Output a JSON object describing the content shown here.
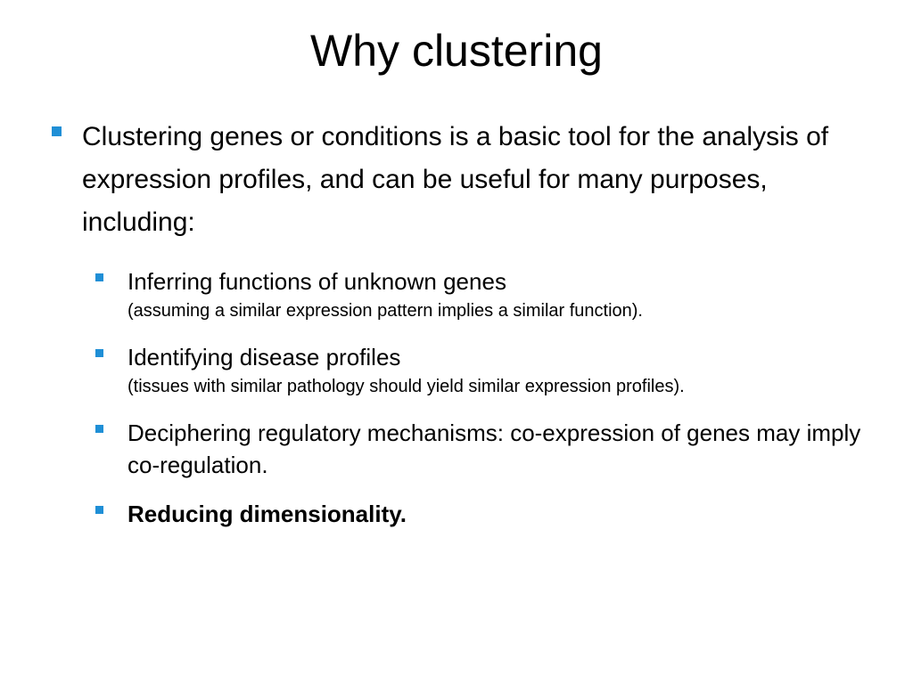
{
  "slide": {
    "title": "Why clustering",
    "main_bullet": "Clustering genes or conditions is a basic tool for the analysis of expression profiles, and can be useful for many purposes, including:",
    "sub_bullets": [
      {
        "text": "Inferring functions of unknown genes",
        "note": "(assuming a similar expression pattern implies a similar function)."
      },
      {
        "text": "Identifying disease profiles",
        "note": "(tissues with similar pathology should yield similar expression profiles)."
      },
      {
        "text": "Deciphering regulatory mechanisms: co-expression of genes may imply co-regulation.",
        "note": ""
      },
      {
        "text": "Reducing dimensionality.",
        "note": ""
      }
    ],
    "colors": {
      "bullet": "#1f8fd6",
      "text": "#000000",
      "background": "#ffffff"
    },
    "icons": {
      "main_bullet": "square-bullet-icon",
      "sub_bullet": "square-bullet-icon"
    }
  }
}
